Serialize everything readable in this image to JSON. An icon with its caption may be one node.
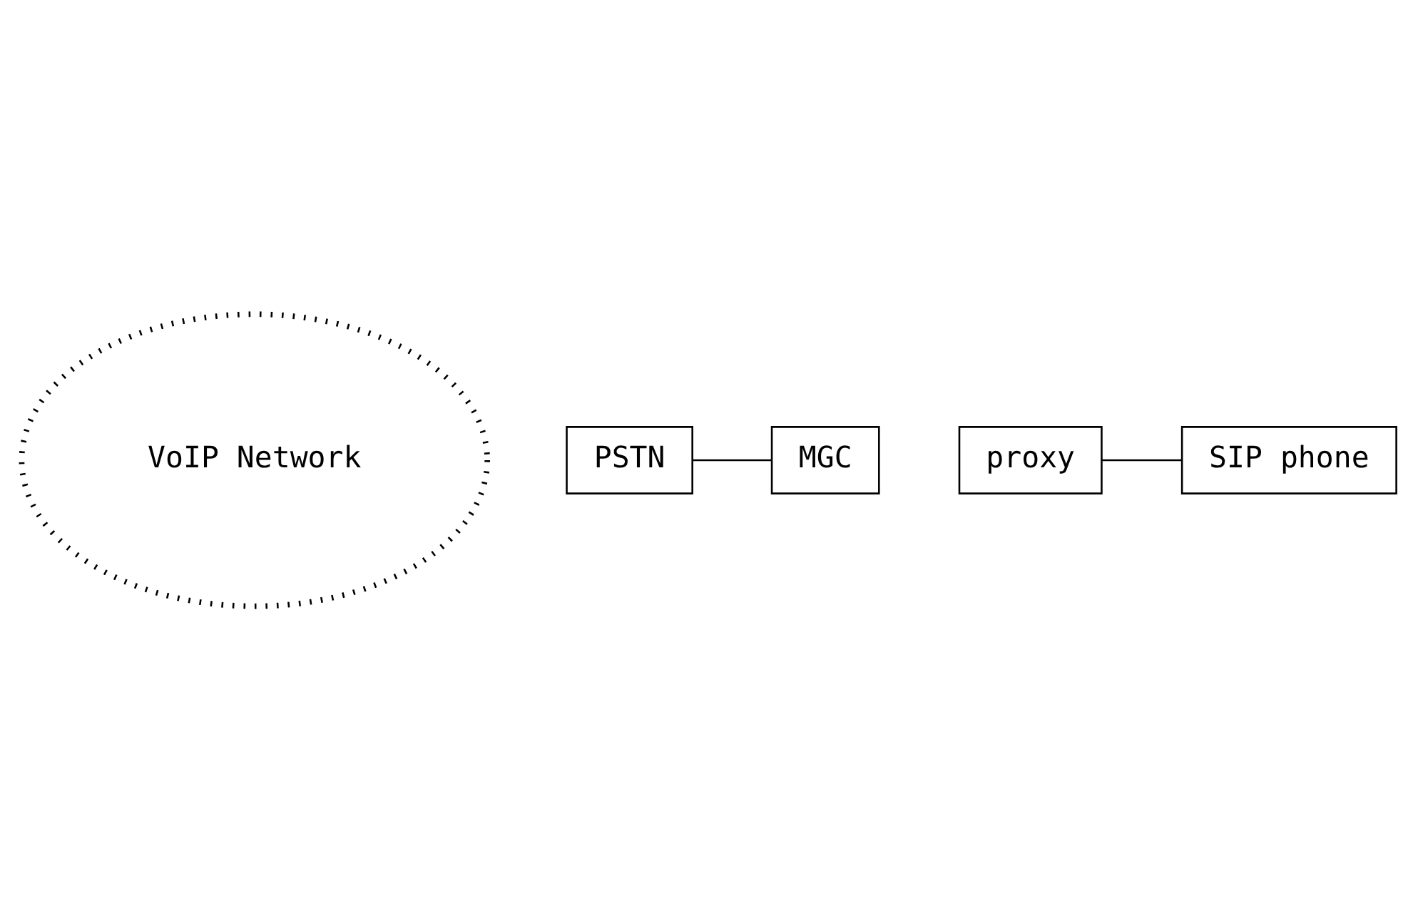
{
  "diagram": {
    "nodes": [
      {
        "text": [
          "VoIP Network"
        ]
      },
      {
        "text": [
          "MGC"
        ]
      },
      {
        "text": [
          "proxy"
        ]
      },
      {
        "text": [
          "PSTN"
        ]
      },
      {
        "text": [
          "SIP phone"
        ]
      }
    ],
    "edges": [
      {
        "from": 3,
        "to": 1,
        "arrow": "none"
      },
      {
        "from": 2,
        "to": 4,
        "arrow": "none"
      }
    ]
  }
}
